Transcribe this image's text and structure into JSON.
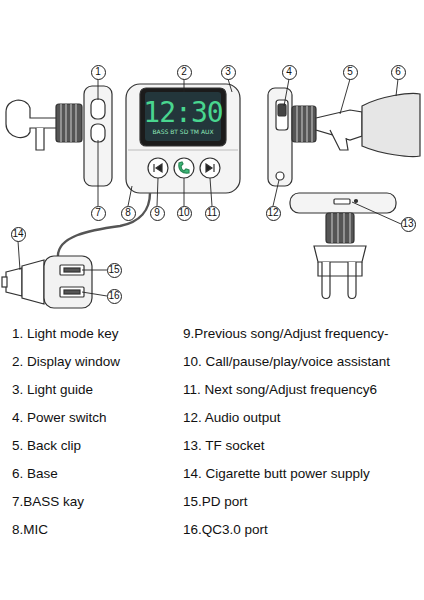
{
  "diagram": {
    "nodes": [
      {
        "text": [
          "1"
        ]
      },
      {
        "text": [
          "2"
        ]
      },
      {
        "text": [
          "3"
        ]
      },
      {
        "text": [
          "4"
        ]
      },
      {
        "text": [
          "5"
        ]
      },
      {
        "text": [
          "6"
        ]
      },
      {
        "text": [
          "12:30",
          "BASS BT SD TM AUX"
        ]
      },
      {
        "text": [
          "7"
        ]
      },
      {
        "text": [
          "8"
        ]
      },
      {
        "text": [
          "9"
        ]
      },
      {
        "text": [
          "10"
        ]
      },
      {
        "text": [
          "11"
        ]
      },
      {
        "text": [
          "12"
        ]
      },
      {
        "text": [
          "13"
        ]
      },
      {
        "text": [
          "14"
        ]
      },
      {
        "text": [
          "15"
        ]
      },
      {
        "text": [
          "16"
        ]
      }
    ],
    "labels": [
      "1. Light mode key",
      "2. Display window",
      "3. Light guide",
      "4. Power switch",
      "5. Back clip",
      "6. Base",
      "7.BASS kay",
      "8.MIC",
      "9.Previous song/Adjust frequency-",
      "10. Call/pause/play/voice assistant",
      "11. Next song/Adjust frequency6",
      "12. Audio output",
      "13. TF socket",
      "14. Cigarette butt power supply",
      "15.PD port",
      "16.QC3.0 port"
    ]
  }
}
